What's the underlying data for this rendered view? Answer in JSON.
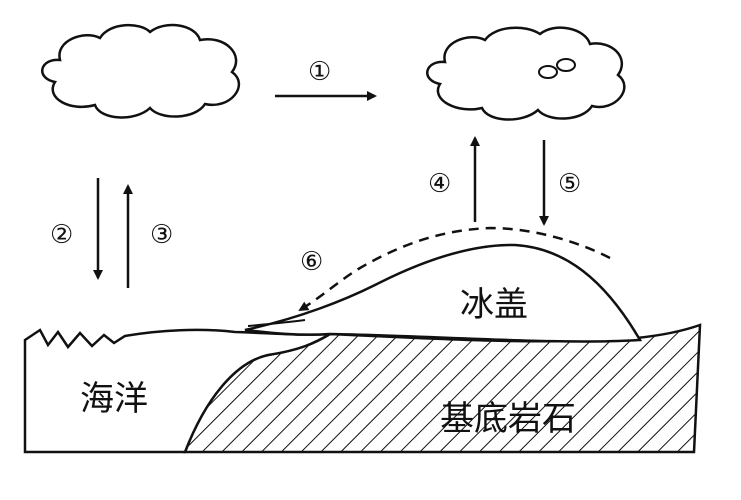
{
  "labels": {
    "ocean": "海洋",
    "ice_cap": "冰盖",
    "bedrock": "基底岩石"
  },
  "markers": {
    "m1": "①",
    "m2": "②",
    "m3": "③",
    "m4": "④",
    "m5": "⑤",
    "m6": "⑥"
  }
}
